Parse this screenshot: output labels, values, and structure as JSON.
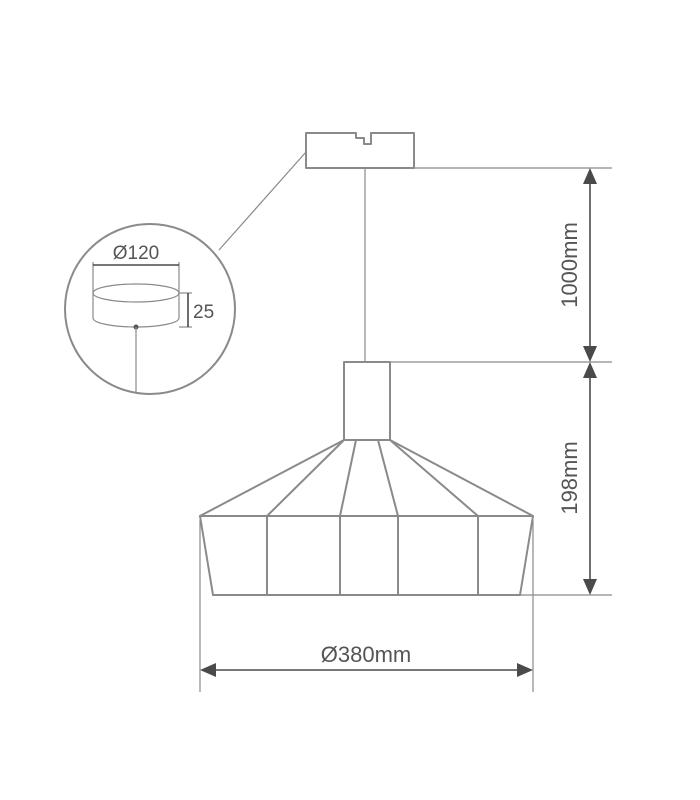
{
  "labels": {
    "cable_length": "1000mm",
    "shade_height": "198mm",
    "shade_diameter": "Ø380mm",
    "canopy_diameter": "Ø120",
    "canopy_height": "25"
  },
  "colors": {
    "outline": "#8a8a8a",
    "dimension": "#4a4a4a",
    "text": "#555555"
  }
}
